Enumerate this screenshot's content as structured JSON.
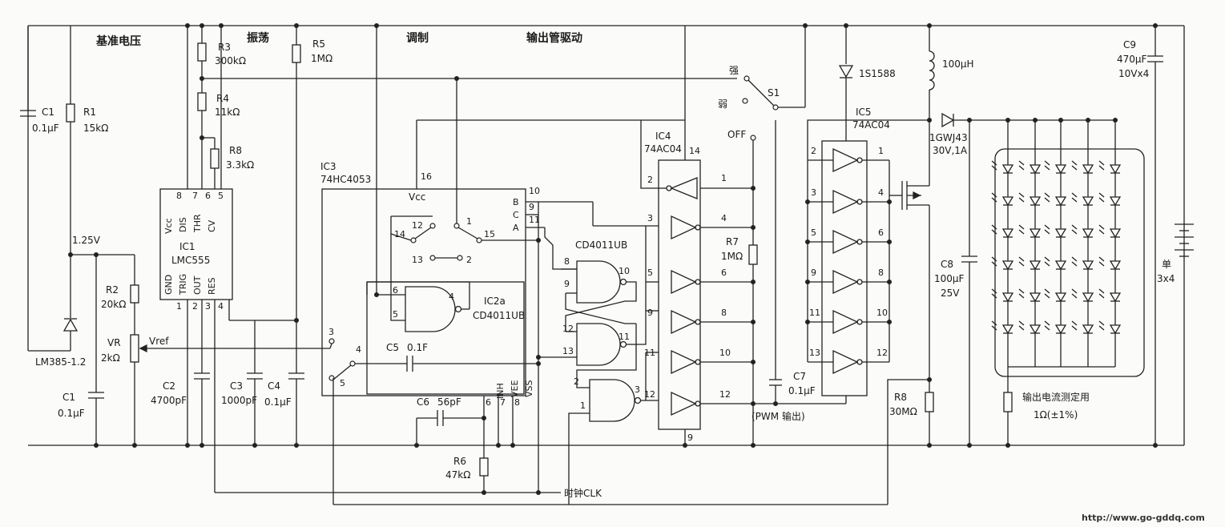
{
  "sections": {
    "reference_voltage": "基准电压",
    "oscillation": "振荡",
    "modulation": "调制",
    "output_drive": "输出管驱动"
  },
  "ics": {
    "ic1": {
      "name": "IC1",
      "part": "LMC555",
      "pins": [
        "Vcc",
        "DIS",
        "THR",
        "CV",
        "GND",
        "TRIG",
        "OUT",
        "RES"
      ],
      "pin_numbers": {
        "p8": "8",
        "p7": "7",
        "p6": "6",
        "p5": "5",
        "p1": "1",
        "p2": "2",
        "p3": "3",
        "p4": "4"
      }
    },
    "ic3": {
      "name": "IC3",
      "part": "74HC4053",
      "vcc": "Vcc",
      "pin16": "16",
      "sel_b": "B",
      "sel_c": "C",
      "sel_a": "A",
      "pins": {
        "p10": "10",
        "p9": "9",
        "p11": "11",
        "p12": "12",
        "p1": "1",
        "p14": "14",
        "p15": "15",
        "p13": "13",
        "p2": "2",
        "p3": "3",
        "p4": "4",
        "p5": "5"
      }
    },
    "ic2a": {
      "name": "IC2a",
      "part": "CD4011UB",
      "inh": "INH",
      "vee": "VEE",
      "vss": "VSS",
      "pins": {
        "p6a": "6",
        "p5": "5",
        "p4": "4",
        "p6b": "6",
        "p7": "7",
        "p8": "8"
      }
    },
    "ic2": {
      "part": "CD4011UB",
      "pins": {
        "p8": "8",
        "p9": "9",
        "p10": "10",
        "p12": "12",
        "p13": "13",
        "p11": "11",
        "p2": "2",
        "p1": "1",
        "p3": "3"
      }
    },
    "ic4": {
      "name": "IC4",
      "part": "74AC04",
      "pin14": "14",
      "pin9": "9",
      "pins": {
        "i2": "2",
        "o1": "1",
        "i3": "3",
        "o4": "4",
        "i5": "5",
        "o6": "6",
        "i9": "9",
        "o8": "8",
        "i11": "11",
        "o10": "10",
        "i12": "12",
        "o12": "12"
      }
    },
    "ic5": {
      "name": "IC5",
      "part": "74AC04",
      "pins": {
        "i2": "2",
        "o1": "1",
        "i3": "3",
        "o4": "4",
        "i5": "5",
        "o6": "6",
        "i9": "9",
        "o8": "8",
        "i11": "11",
        "o10": "10",
        "i13": "13",
        "o12": "12"
      }
    }
  },
  "components": {
    "c1_top": {
      "ref": "C1",
      "value": "0.1μF"
    },
    "r1": {
      "ref": "R1",
      "value": "15kΩ"
    },
    "v125": "1.25V",
    "lm385": "LM385-1.2",
    "c1_bot": {
      "ref": "C1",
      "value": "0.1μF"
    },
    "r2": {
      "ref": "R2",
      "value": "20kΩ"
    },
    "vr": {
      "ref": "VR",
      "value": "2kΩ",
      "tap": "Vref"
    },
    "r3": {
      "ref": "R3",
      "value": "300kΩ"
    },
    "r4": {
      "ref": "R4",
      "value": "11kΩ"
    },
    "r8": {
      "ref": "R8",
      "value": "3.3kΩ"
    },
    "r5": {
      "ref": "R5",
      "value": "1MΩ"
    },
    "c2": {
      "ref": "C2",
      "value": "4700pF"
    },
    "c3": {
      "ref": "C3",
      "value": "1000pF"
    },
    "c4": {
      "ref": "C4",
      "value": "0.1μF"
    },
    "c5": {
      "ref": "C5",
      "value": "0.1F"
    },
    "c6": {
      "ref": "C6",
      "value": "56pF"
    },
    "r6": {
      "ref": "R6",
      "value": "47kΩ"
    },
    "r7": {
      "ref": "R7",
      "value": "1MΩ"
    },
    "c7": {
      "ref": "C7",
      "value": "0.1μF"
    },
    "d1s": "1S1588",
    "l1": "100μH",
    "d_out": {
      "ref": "1GWJ43",
      "value": "30V,1A"
    },
    "c8": {
      "ref": "C8",
      "value": "100μF",
      "rating": "25V"
    },
    "c9": {
      "ref": "C9",
      "value": "470μF",
      "rating": "10Vx4"
    },
    "r8_out": {
      "ref": "R8",
      "value": "30MΩ"
    },
    "battery": {
      "label": "单",
      "count": "3x4"
    },
    "shunt": {
      "label": "输出电流测定用",
      "value": "1Ω(±1%)"
    }
  },
  "switch_s1": {
    "ref": "S1",
    "strong": "强",
    "weak": "弱",
    "off": "OFF"
  },
  "pwm_out": "(PWM 输出)",
  "clock": "时钟CLK",
  "watermark": "http://www.go-gddq.com"
}
